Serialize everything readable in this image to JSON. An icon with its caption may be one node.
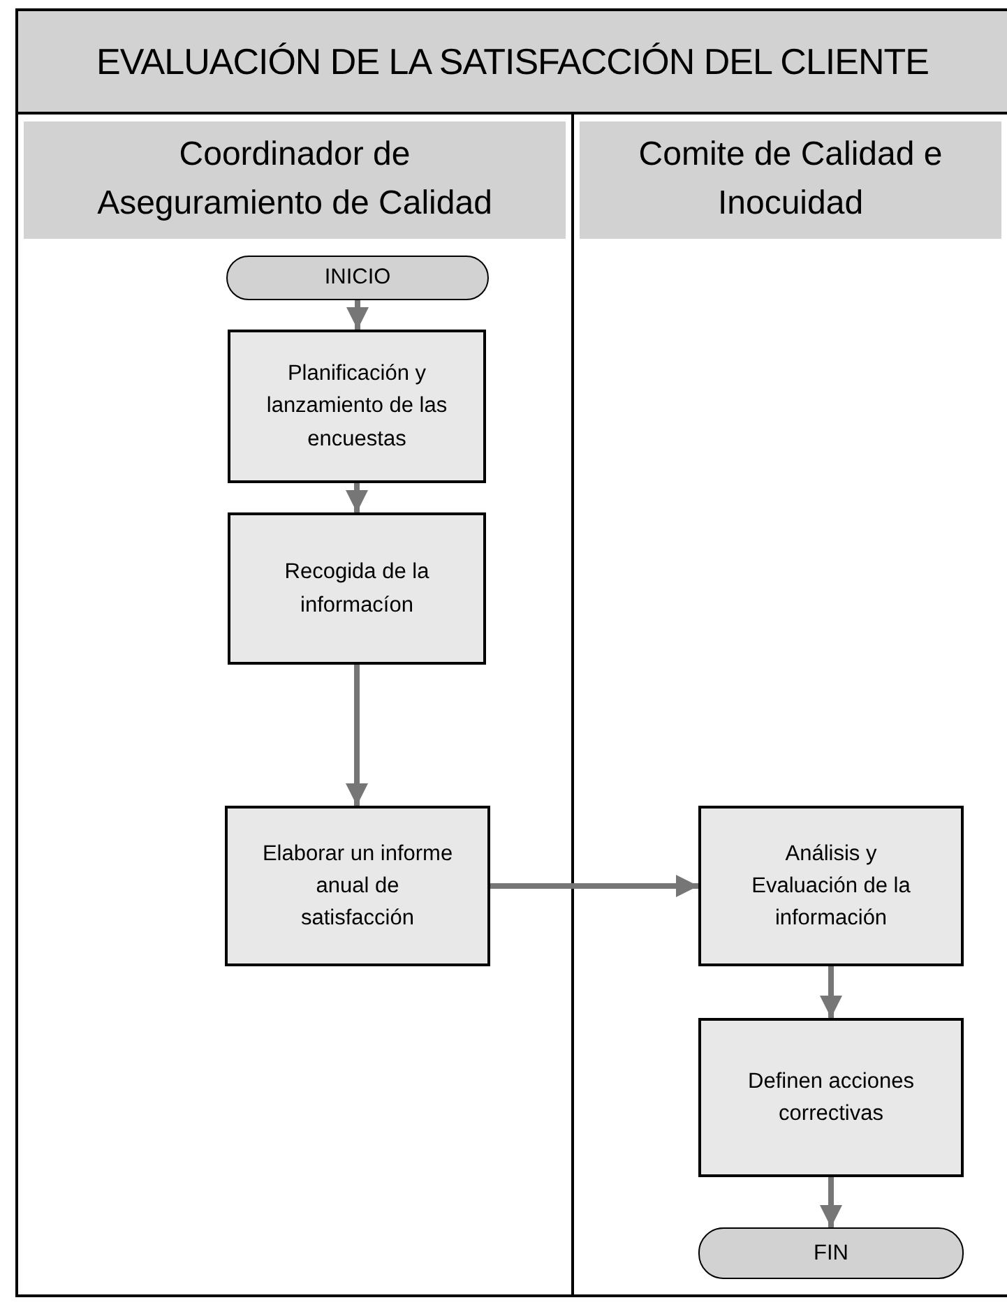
{
  "diagram": {
    "title": "EVALUACIÓN DE LA SATISFACCIÓN DEL CLIENTE",
    "nodes": [
      {
        "text": [
          "Coordinador de Aseguramiento de Calidad"
        ]
      },
      {
        "text": [
          "Comite de Calidad e Inocuidad"
        ]
      },
      {
        "text": [
          "INICIO"
        ],
        "in": 0
      },
      {
        "text": [
          "Planificación y lanzamiento de las encuestas"
        ],
        "in": 0
      },
      {
        "text": [
          "Recogida de la informacíon"
        ],
        "in": 0
      },
      {
        "text": [
          "Elaborar un informe anual de satisfacción"
        ],
        "in": 0
      },
      {
        "text": [
          "Análisis y Evaluación de la información"
        ],
        "in": 1
      },
      {
        "text": [
          "Definen acciones correctivas"
        ],
        "in": 1
      },
      {
        "text": [
          "FIN"
        ],
        "in": 1
      }
    ],
    "edges": [
      {
        "from": 2,
        "to": 3,
        "arrow": "to"
      },
      {
        "from": 3,
        "to": 4,
        "arrow": "to"
      },
      {
        "from": 4,
        "to": 5,
        "arrow": "to"
      },
      {
        "from": 5,
        "to": 6,
        "arrow": "to"
      },
      {
        "from": 6,
        "to": 7,
        "arrow": "to"
      },
      {
        "from": 7,
        "to": 8,
        "arrow": "to"
      }
    ]
  }
}
